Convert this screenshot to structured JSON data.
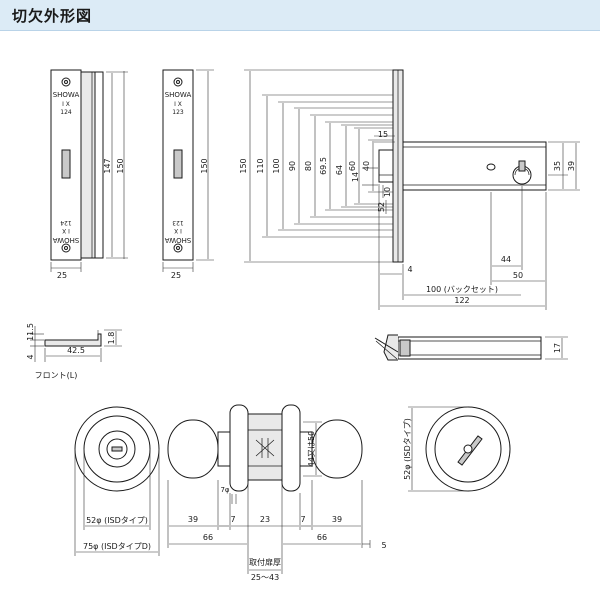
{
  "header": {
    "title": "切欠外形図"
  },
  "front_plate_1": {
    "brand": "SHOWA",
    "code_a": "I X",
    "code_b": "124",
    "brand_rev": "SHOWA",
    "code_a_rev": "I X",
    "code_b_rev": "124",
    "dim_height_inner": "147",
    "dim_height_outer": "150",
    "dim_width": "25"
  },
  "front_plate_2": {
    "brand": "SHOWA",
    "code_a": "I X",
    "code_b": "123",
    "brand_rev": "SHOWA",
    "code_a_rev": "I X",
    "code_b_rev": "123",
    "dim_height": "150",
    "dim_width": "25"
  },
  "latch": {
    "dims_left": [
      "150",
      "110",
      "100",
      "90",
      "80",
      "69.5",
      "64",
      "60",
      "40"
    ],
    "dim_15": "15",
    "dim_14": "14",
    "dim_10": "10",
    "dim_52": "52",
    "dim_35": "35",
    "dim_39": "39",
    "dim_44": "44",
    "dim_50": "50",
    "dim_4": "4",
    "dim_backset": "100 (バックセット)",
    "dim_122": "122"
  },
  "front_section": {
    "dim_11_5": "11.5",
    "dim_4": "4",
    "dim_1_8": "1.8",
    "dim_42_5": "42.5",
    "caption": "フロント(L)"
  },
  "latch_side": {
    "dim_17": "17"
  },
  "rose_left": {
    "dim_52": "52φ (ISDタイプ)",
    "dim_75": "75φ (ISDタイプD)"
  },
  "knob_side": {
    "dim_7phi": "7φ",
    "dim_44": "44又は50",
    "dims_bottom": [
      "39",
      "7",
      "23",
      "7",
      "39"
    ],
    "dim_66_left": "66",
    "dim_66_right": "66",
    "dim_5": "5",
    "door_label": "取付扉厚",
    "door_range": "25〜43"
  },
  "rose_right": {
    "dim_52": "52φ (ISDタイプ)"
  }
}
